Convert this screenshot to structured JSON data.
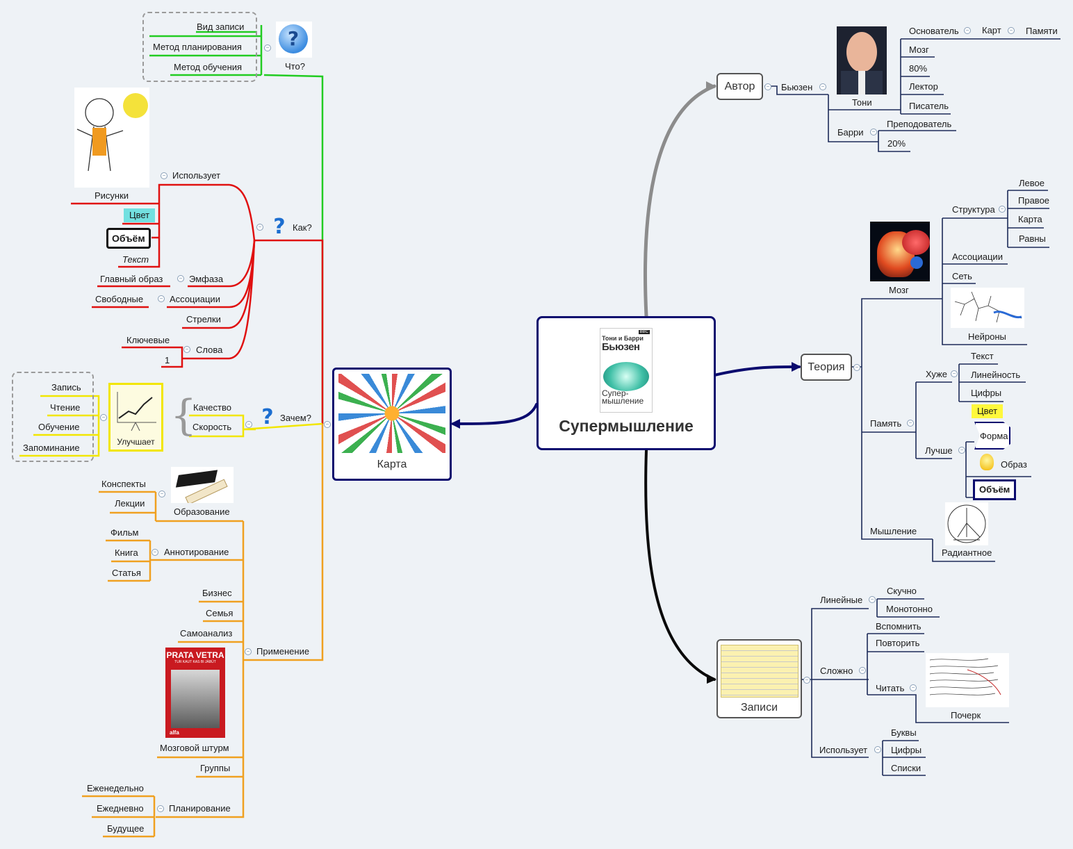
{
  "central": {
    "title": "Супермышление",
    "book_top": "Тони и Барри",
    "book_brand": "Бьюзен",
    "book_title": "Супер-\nмышление",
    "book_small": "BBC"
  },
  "branches": {
    "author": {
      "label": "Автор",
      "byuzen": "Бьюзен",
      "toni": "Тони",
      "barri": "Барри",
      "toni_items": [
        "Основатель",
        "Карт",
        "Памяти",
        "Мозг",
        "80%",
        "Лектор",
        "Писатель"
      ],
      "barri_items": [
        "Преподователь",
        "20%"
      ]
    },
    "theory": {
      "label": "Теория",
      "brain": "Мозг",
      "structure": "Структура",
      "structure_items": [
        "Левое",
        "Правое",
        "Карта",
        "Равны"
      ],
      "associations": "Ассоциации",
      "net": "Сеть",
      "neurons": "Нейроны",
      "memory": "Память",
      "worse": "Хуже",
      "worse_items": [
        "Текст",
        "Линейность",
        "Цифры"
      ],
      "better": "Лучше",
      "better_items": [
        "Цвет",
        "Форма",
        "Образ",
        "Объём"
      ],
      "thinking": "Мышление",
      "radiant": "Радиантное"
    },
    "notes": {
      "label": "Записи",
      "linear": "Линейные",
      "linear_items": [
        "Скучно",
        "Монотонно"
      ],
      "hard": "Сложно",
      "hard_items": [
        "Вспомнить",
        "Повторить",
        "Читать"
      ],
      "handwriting": "Почерк",
      "uses": "Использует",
      "uses_items": [
        "Буквы",
        "Цифры",
        "Списки"
      ]
    },
    "map": {
      "label": "Карта",
      "what": {
        "label": "Что?",
        "items": [
          "Вид записи",
          "Метод планирования",
          "Метод обучения"
        ]
      },
      "how": {
        "label": "Как?",
        "uses": "Использует",
        "pictures": "Рисунки",
        "color": "Цвет",
        "volume": "Объём",
        "text": "Текст",
        "emphasis": "Эмфаза",
        "main_image": "Главный образ",
        "assoc": "Ассоциации",
        "free": "Свободные",
        "arrows": "Стрелки",
        "words": "Слова",
        "keywords": "Ключевые",
        "one": "1"
      },
      "why": {
        "label": "Зачем?",
        "quality": "Качество",
        "speed": "Скорость",
        "improves": "Улучшает",
        "items": [
          "Запись",
          "Чтение",
          "Обучение",
          "Запоминание"
        ]
      },
      "apply": {
        "label": "Применение",
        "education": "Образование",
        "edu_items": [
          "Конспекты",
          "Лекции"
        ],
        "annot": "Аннотирование",
        "annot_items": [
          "Фильм",
          "Книга",
          "Статья"
        ],
        "business": "Бизнес",
        "family": "Семья",
        "selfanalysis": "Самоанализ",
        "brainstorm": "Мозговой штурм",
        "poster_title": "PRATA VETRA",
        "poster_sub": "TUR KAUT KAS BI JĀBŪT",
        "poster_brand": "alfa",
        "groups": "Группы",
        "planning": "Планирование",
        "plan_items": [
          "Еженедельно",
          "Ежедневно",
          "Будущее"
        ]
      }
    }
  },
  "colors": {
    "green": "#22cc22",
    "red": "#e01010",
    "yellow": "#f2e600",
    "orange": "#f0a020",
    "navy": "#0a0a6e",
    "gray": "#8c8c8c",
    "black": "#0a0a0a"
  }
}
